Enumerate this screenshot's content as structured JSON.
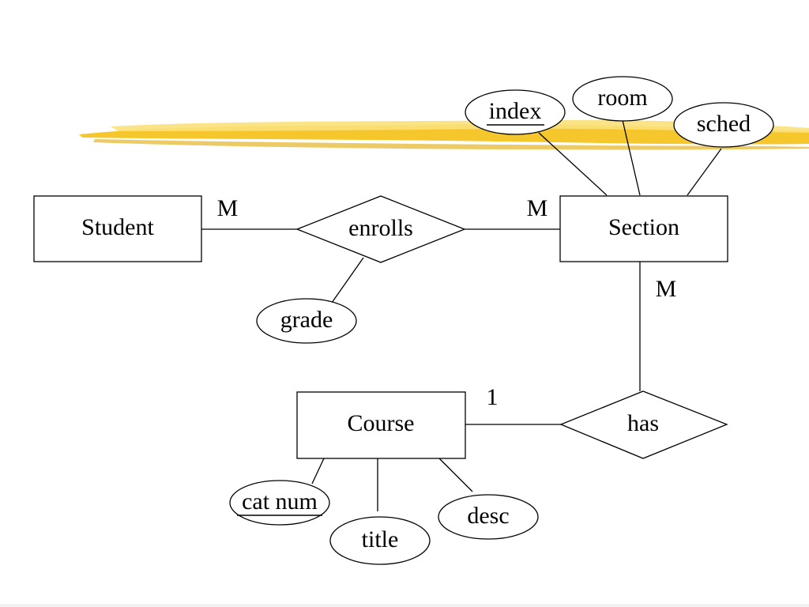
{
  "colors": {
    "brush_stroke": "#f4c21a",
    "brush_stroke_light": "#fbe07a",
    "line": "#000000",
    "background": "#ffffff"
  },
  "entities": {
    "student": "Student",
    "section": "Section",
    "course": "Course"
  },
  "relationships": {
    "enrolls": "enrolls",
    "has": "has"
  },
  "attributes": {
    "index": "index",
    "room": "room",
    "sched": "sched",
    "grade": "grade",
    "cat_num": "cat num",
    "title": "title",
    "desc": "desc"
  },
  "key_attributes": [
    "index",
    "cat num"
  ],
  "cardinalities": {
    "student_enrolls": "M",
    "enrolls_section": "M",
    "section_has": "M",
    "course_has": "1"
  }
}
